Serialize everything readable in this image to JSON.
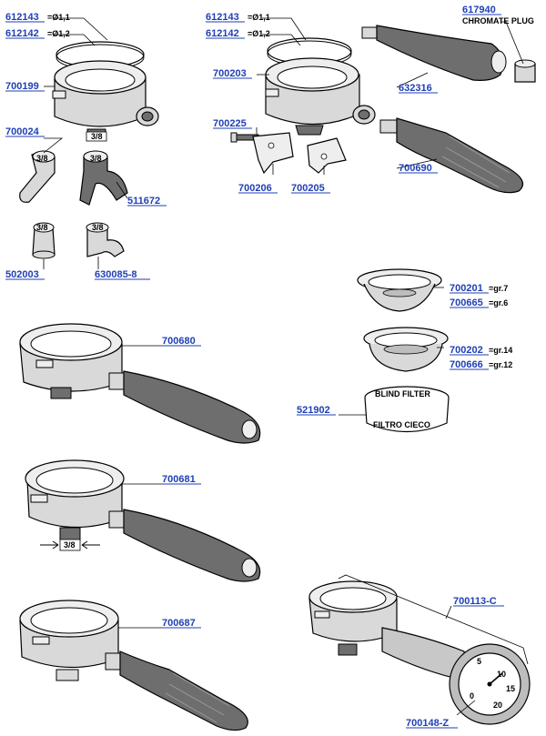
{
  "labels": {
    "l612143a": "612143",
    "l612142a": "612142",
    "l700199": "700199",
    "l700024": "700024",
    "l511672": "511672",
    "l502003": "502003",
    "l630085": "630085-8",
    "l612143b": "612143",
    "l612142b": "612142",
    "l700203": "700203",
    "l700225": "700225",
    "l700206": "700206",
    "l700205": "700205",
    "l617940": "617940",
    "l632316": "632316",
    "l700690": "700690",
    "l700201": "700201",
    "l700665": "700665",
    "l700202": "700202",
    "l700666": "700666",
    "l521902": "521902",
    "l700680": "700680",
    "l700681": "700681",
    "l700687": "700687",
    "l700113c": "700113-C",
    "l700148z": "700148-Z"
  },
  "sizes": {
    "d11a": "=Ø1,1",
    "d12a": "=Ø1,2",
    "d11b": "=Ø1,1",
    "d12b": "=Ø1,2",
    "gr7": "=gr.7",
    "gr6": "=gr.6",
    "gr14": "=gr.14",
    "gr12": "=gr.12"
  },
  "texts": {
    "chromate_plug": "CHROMATE PLUG",
    "blind_filter": "BLIND FILTER",
    "filtro_cieco": "FILTRO CIECO",
    "thread": "3/8",
    "gauge_marks": [
      "10",
      "15",
      "20",
      "5",
      "0"
    ]
  }
}
